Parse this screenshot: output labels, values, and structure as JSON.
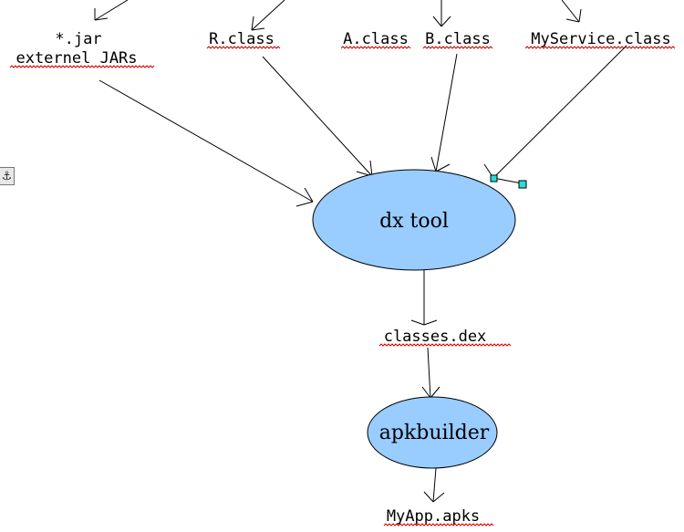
{
  "diagram": {
    "inputs": {
      "jar_line1": "*.jar",
      "jar_line2": "externel JARs",
      "r_class": "R.class",
      "a_class": "A.class",
      "b_class": "B.class",
      "myservice_class": "MyService.class"
    },
    "nodes": {
      "dx_tool": "dx tool",
      "apkbuilder": "apkbuilder"
    },
    "outputs": {
      "classes_dex": "classes.dex",
      "myapp_apks": "MyApp.apks"
    },
    "anchor_icon": "anchor-icon",
    "colors": {
      "node_fill": "#99ccff",
      "spellcheck_underline": "#d40000",
      "selection_handle": "#22e0d6"
    }
  }
}
